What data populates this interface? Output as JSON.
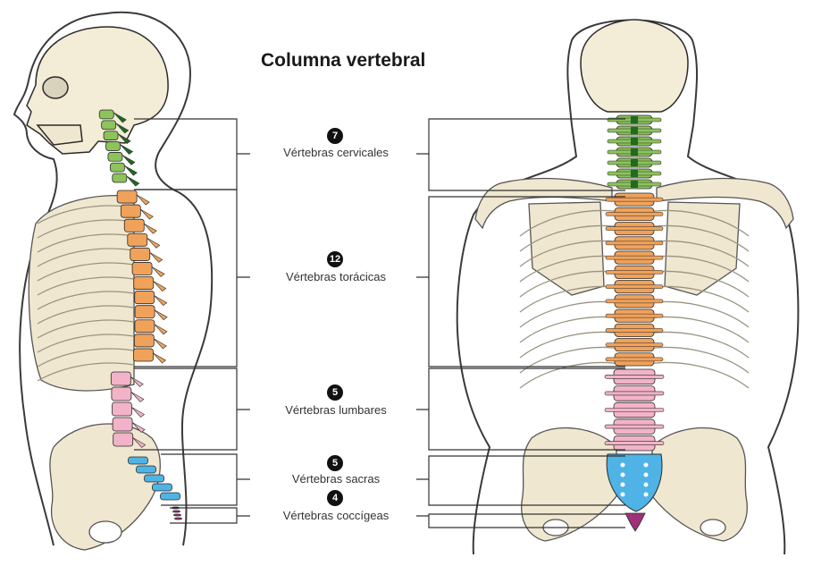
{
  "title": "Columna vertebral",
  "groups": [
    {
      "key": "cervical",
      "count": "7",
      "label": "Vértebras cervicales",
      "color": "#8cc35a"
    },
    {
      "key": "thoracic",
      "count": "12",
      "label": "Vértebras torácicas",
      "color": "#f0a25a"
    },
    {
      "key": "lumbar",
      "count": "5",
      "label": "Vértebras lumbares",
      "color": "#f2b3c8"
    },
    {
      "key": "sacral",
      "count": "5",
      "label": "Vértebras sacras",
      "color": "#4fb3e6"
    },
    {
      "key": "coccygeal",
      "count": "4",
      "label": "Vértebras coccígeas",
      "color": "#a0307a"
    }
  ],
  "colors": {
    "bone": "#f3ecd6",
    "outline": "#2a2a2a",
    "dark_green": "#1f6b1f",
    "body_line": "#3a3a3a"
  }
}
